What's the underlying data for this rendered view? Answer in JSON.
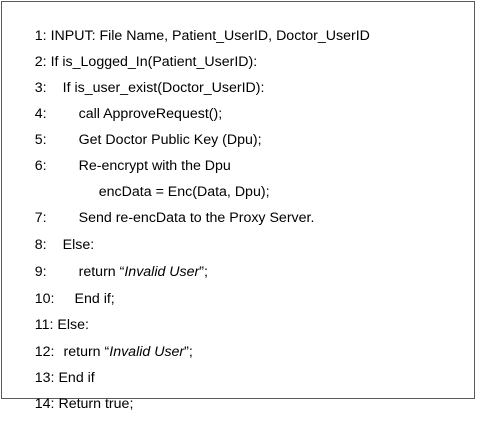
{
  "algorithm": {
    "lines": [
      {
        "num": "1:",
        "text": "INPUT: File Name, Patient_UserID, Doctor_UserID"
      },
      {
        "num": "2:",
        "text": "If is_Logged_In(Patient_UserID):"
      },
      {
        "num": "3:",
        "text": "If is_user_exist(Doctor_UserID):"
      },
      {
        "num": "4:",
        "text": "call ApproveRequest();"
      },
      {
        "num": "5:",
        "text": "Get Doctor Public Key (Dpu);"
      },
      {
        "num": "6:",
        "text": "Re-encrypt with the Dpu"
      },
      {
        "num": "",
        "text": "encData = Enc(Data, Dpu);"
      },
      {
        "num": "7:",
        "text": "Send re-encData to the Proxy Server."
      },
      {
        "num": "8:",
        "text": "Else:"
      },
      {
        "num": "9:",
        "text_before": "return “",
        "text_italic": "Invalid User",
        "text_after": "”;"
      },
      {
        "num": "10:",
        "text": "End if;"
      },
      {
        "num": "11:",
        "text": "Else:"
      },
      {
        "num": "12:",
        "text_before": "return “",
        "text_italic": "Invalid User",
        "text_after": "”;"
      },
      {
        "num": "13:",
        "text": "End if"
      },
      {
        "num": "14:",
        "text": "Return true;"
      }
    ]
  }
}
